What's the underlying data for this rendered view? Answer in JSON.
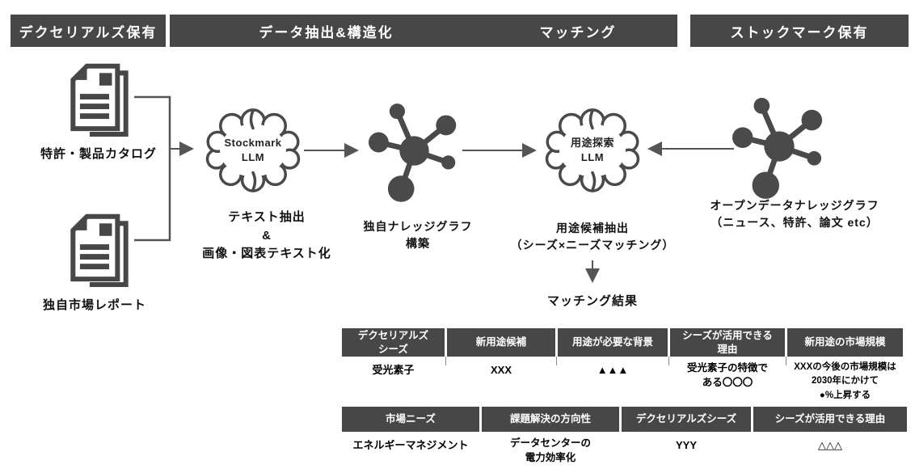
{
  "colors": {
    "dark": "#474747",
    "line": "#555555",
    "text": "#111111"
  },
  "stages": [
    {
      "label": "デクセリアルズ保有"
    },
    {
      "label": "データ抽出&構造化"
    },
    {
      "label": "マッチング"
    },
    {
      "label": "ストックマーク保有"
    }
  ],
  "sources": {
    "patent_catalog": "特許・製品カタログ",
    "market_report": "独自市場レポート"
  },
  "llm1": {
    "line1": "Stockmark",
    "line2": "LLM",
    "caption": "テキスト抽出\n&\n画像・図表テキスト化"
  },
  "kg1": {
    "caption": "独自ナレッジグラフ\n構築"
  },
  "llm2": {
    "line1": "用途探索",
    "line2": "LLM",
    "caption": "用途候補抽出\n（シーズ×ニーズマッチング）"
  },
  "kg2": {
    "caption": "オープンデータナレッジグラフ\n（ニュース、特許、論文 etc）"
  },
  "matching_result": "マッチング結果",
  "table1": {
    "headers": [
      "デクセリアルズ\nシーズ",
      "新用途候補",
      "用途が必要な背景",
      "シーズが活用できる\n理由",
      "新用途の市場規模"
    ],
    "row": [
      "受光素子",
      "XXX",
      "▲▲▲",
      "受光素子の特徴で\nある〇〇〇",
      "XXXの今後の市場規模は\n2030年にかけて\n●%上昇する"
    ]
  },
  "table2": {
    "headers": [
      "市場ニーズ",
      "課題解決の方向性",
      "デクセリアルズシーズ",
      "シーズが活用できる理由"
    ],
    "row": [
      "エネルギーマネジメント",
      "データセンターの\n電力効率化",
      "YYY",
      "△△△"
    ]
  }
}
